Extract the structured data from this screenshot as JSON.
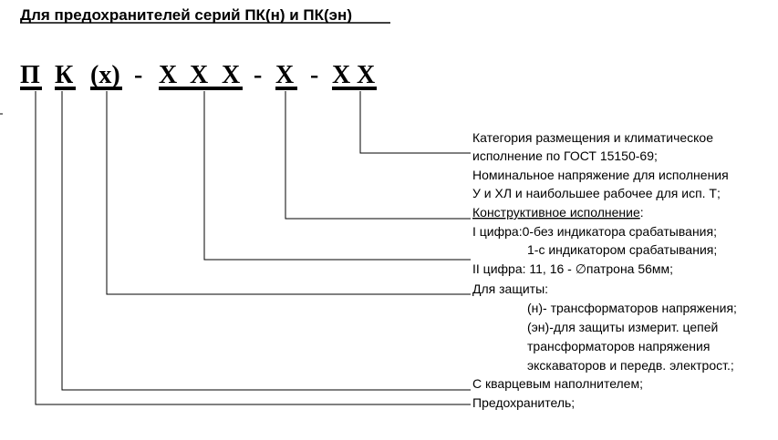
{
  "title": "Для предохранителей серий ПК(н) и ПК(эн)",
  "code": {
    "p": "П",
    "k": "К",
    "x_paren": "(х)",
    "dash1": "-",
    "x1": "Х",
    "x2": "Х",
    "x3": "Х",
    "dash2": "-",
    "x4": "Х",
    "dash3": "-",
    "x5": "Х",
    "x6": "Х"
  },
  "descriptions": {
    "climate_line1": "Категория размещения и климатическое",
    "climate_line2": "исполнение по ГОСТ 15150-69;",
    "voltage_line1": "Номинальное напряжение для исполнения",
    "voltage_line2": "У и ХЛ и наибольшее рабочее для исп. Т;",
    "design_heading": "Конструктивное исполнение",
    "design_colon": ":",
    "digit1_line1": "I цифра:0-без индикатора срабатывания;",
    "digit1_line2": "1-с индикатором срабатывания;",
    "digit2_line": "II цифра: 11, 16 - ∅патрона 56мм;",
    "protection_heading": "Для защиты:",
    "protection_n": "(н)- трансформаторов напряжения;",
    "protection_en_line1": "(эн)-для защиты измерит. цепей",
    "protection_en_line2": "трансформаторов напряжения",
    "protection_en_line3": "экскаваторов и передв. электрост.;",
    "quartz_filler": "С кварцевым наполнителем;",
    "fuse": "Предохранитель;"
  }
}
